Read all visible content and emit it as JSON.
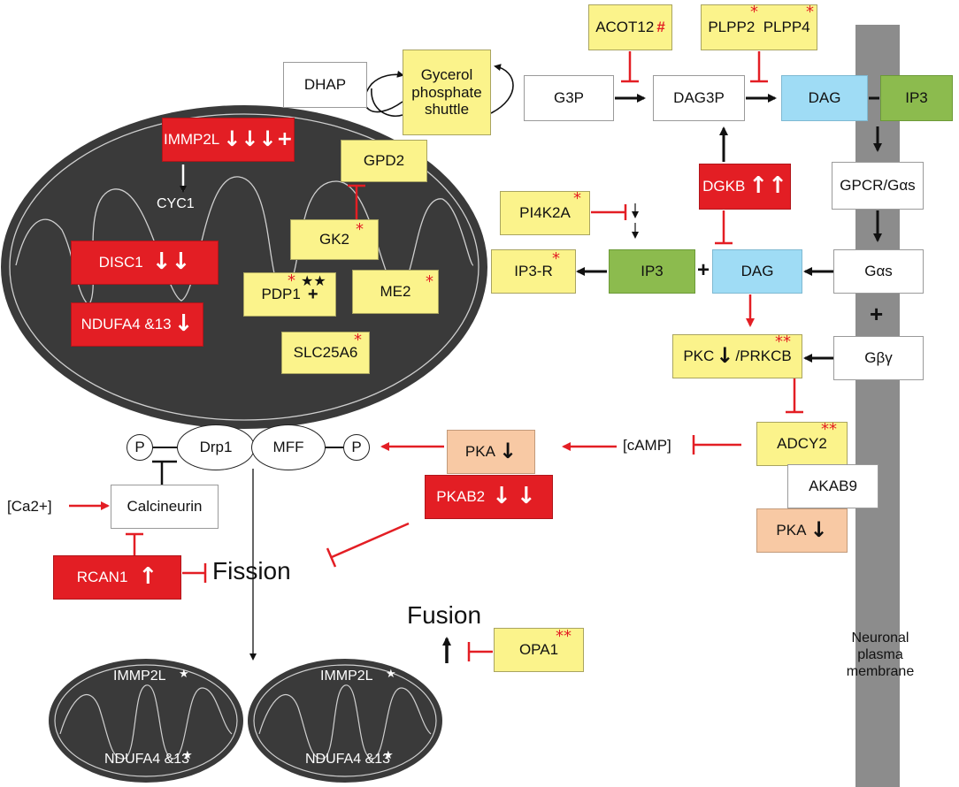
{
  "nodes": {
    "acot12": "ACOT12",
    "acot12_mark": "#",
    "plpp": "PLPP2  PLPP4",
    "dhap": "DHAP",
    "shuttle_line1": "Gycerol",
    "shuttle_line2": "phosphate",
    "shuttle_line3": "shuttle",
    "g3p": "G3P",
    "dag3p": "DAG3P",
    "dag_top": "DAG",
    "ip3_top": "IP3",
    "immp2l": "IMMP2L",
    "gpd2": "GPD2",
    "cyc1": "CYC1",
    "dgkb": "DGKB",
    "gpcr": "GPCR/Gαs",
    "pi4k2a": "PI4K2A",
    "disc1": "DISC1",
    "gk2": "GK2",
    "ip3r": "IP3-R",
    "ip3_mid": "IP3",
    "plus_mid": "+",
    "dag_mid": "DAG",
    "gas": "Gαs",
    "pdp1": "PDP1",
    "pdp1_plus": "+",
    "me2": "ME2",
    "ndufa": "NDUFA4 &13",
    "plus_right": "+",
    "slc25a6": "SLC25A6",
    "pkc": "PKC",
    "prkcb": "/PRKCB",
    "gby": "Gβγ",
    "p_left": "P",
    "drp1": "Drp1",
    "mff": "MFF",
    "p_right": "P",
    "pka_mid": "PKA",
    "camp": "[cAMP]",
    "adcy2": "ADCY2",
    "pkab2": "PKAB2",
    "akab9": "AKAB9",
    "ca2": "[Ca2+]",
    "calcineurin": "Calcineurin",
    "pka_bottom": "PKA",
    "rcan1": "RCAN1",
    "fission": "Fission",
    "fusion": "Fusion",
    "opa1": "OPA1",
    "membrane_l1": "Neuronal",
    "membrane_l2": "plasma",
    "membrane_l3": "membrane",
    "mito1_top": "IMMP2L",
    "mito1_bottom": "NDUFA4 &13",
    "mito2_top": "IMMP2L",
    "mito2_bottom": "NDUFA4 &13"
  },
  "colors": {
    "red": "#e31e24",
    "yellow": "#fbf38b",
    "blue": "#9fdcf5",
    "green": "#8cbb4e",
    "peach": "#f8c9a4",
    "mitochondrion": "#3a3a3a",
    "membrane": "#8c8c8c"
  }
}
